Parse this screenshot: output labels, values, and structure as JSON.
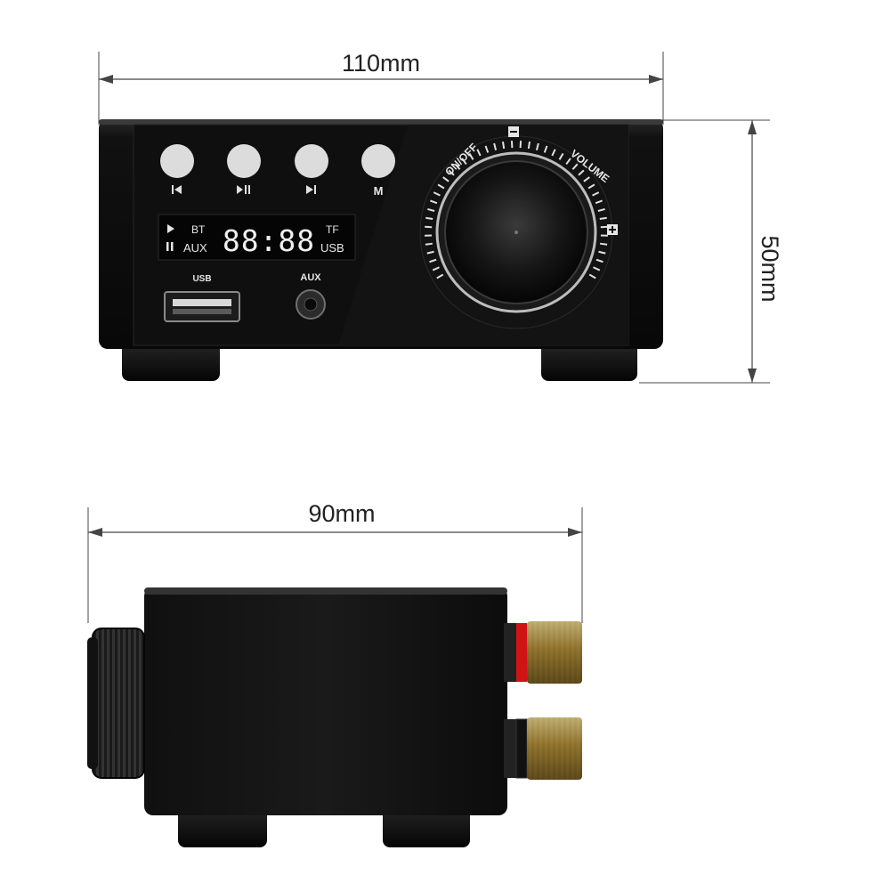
{
  "dimensions": {
    "width_front": "110mm",
    "height_front": "50mm",
    "depth_side": "90mm"
  },
  "front_panel": {
    "buttons": [
      {
        "id": "prev",
        "icon": "skip-previous-icon"
      },
      {
        "id": "play_pause",
        "icon": "play-pause-icon"
      },
      {
        "id": "next",
        "icon": "skip-next-icon"
      },
      {
        "id": "mode",
        "icon": "mode-icon",
        "label": "M"
      }
    ],
    "display": {
      "bt": "BT",
      "aux": "AUX",
      "digits": "88:88",
      "tf": "TF",
      "usb": "USB"
    },
    "usb_label": "USB",
    "aux_label": "AUX",
    "knob": {
      "on_off": "ON/OFF",
      "volume": "VOLUME",
      "minus": "−",
      "plus": "+"
    }
  },
  "colors": {
    "body": "#0d0d0d",
    "button": "#dcdcdc",
    "red_ring": "#d01414",
    "terminal_gold": "#c9a64a"
  }
}
